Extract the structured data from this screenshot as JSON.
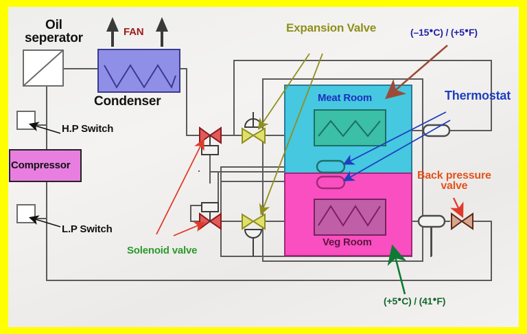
{
  "meta": {
    "title": "Two-room refrigeration system schematic",
    "frame_color": "#ffff00",
    "paper_color": "#f2f2f0",
    "line_color": "#4a4a4a"
  },
  "components": {
    "oil_separator": {
      "label": "Oil\nseperator",
      "label_line1": "Oil",
      "label_line2": "seperator",
      "shape": "square-with-diagonal",
      "fill": "#ffffff",
      "stroke": "#6b6b6b"
    },
    "condenser": {
      "label": "Condenser",
      "fill": "#8f8fe8",
      "stroke": "#3a3a8c"
    },
    "fan": {
      "label": "FAN",
      "color": "#9c1b1b",
      "arrows": 2
    },
    "hp_switch": {
      "label": "H.P Switch",
      "fill": "#ffffff",
      "stroke": "#6b6b6b"
    },
    "lp_switch": {
      "label": "L.P Switch",
      "fill": "#ffffff",
      "stroke": "#6b6b6b"
    },
    "compressor": {
      "label": "Compressor",
      "fill": "#e87fe0",
      "stroke": "#222222"
    },
    "meat_room": {
      "label": "Meat Room",
      "fill": "#45c8e0",
      "stroke": "#2a7a96",
      "text_color": "#1e2fbe",
      "evaporator_fill": "#3bbfa6",
      "evaporator_stroke": "#1d6e66"
    },
    "veg_room": {
      "label": "Veg Room",
      "fill": "#f94fc0",
      "stroke": "#a02878",
      "text_color": "#5a1640",
      "evaporator_fill": "#c05fa8",
      "evaporator_stroke": "#7a2060"
    },
    "solenoid_valve": {
      "label": "Solenoid valve",
      "color": "#2a9a2a",
      "valve_fill": "#e05a5a",
      "valve_stroke": "#8b1a1a",
      "count": 2
    },
    "expansion_valve": {
      "label": "Expansion Valve",
      "color": "#8f8f1d",
      "valve_fill": "#e0e06a",
      "valve_stroke": "#8f8f1d",
      "count": 2
    },
    "back_pressure_valve": {
      "label_line1": "Back pressure",
      "label_line2": "valve",
      "color": "#e2521c",
      "valve_fill": "#d9a58c",
      "valve_stroke": "#5a2a18"
    },
    "thermostat": {
      "label": "Thermostat",
      "color": "#1f3fc0",
      "count": 2
    }
  },
  "annotations": {
    "meat_room_temp": {
      "text": "(–15°C) / (+5°F)",
      "prefix": "(–15",
      "unit1": "C) / (+5",
      "unit2": "F)",
      "color": "#2323a8"
    },
    "veg_room_temp": {
      "text": "(+5°C) / (41°F)",
      "prefix": "(+5",
      "unit1": "C) / (41",
      "unit2": "F)",
      "color": "#14662e"
    }
  },
  "labels": {
    "oil_separator_l1": "Oil",
    "oil_separator_l2": "seperator",
    "fan": "FAN",
    "condenser": "Condenser",
    "hp_switch": "H.P Switch",
    "lp_switch": "L.P Switch",
    "compressor": "Compressor",
    "expansion_valve": "Expansion Valve",
    "solenoid_valve": "Solenoid valve",
    "back_pressure_l1": "Back pressure",
    "back_pressure_l2": "valve",
    "thermostat": "Thermostat",
    "meat_room": "Meat Room",
    "veg_room": "Veg Room"
  }
}
